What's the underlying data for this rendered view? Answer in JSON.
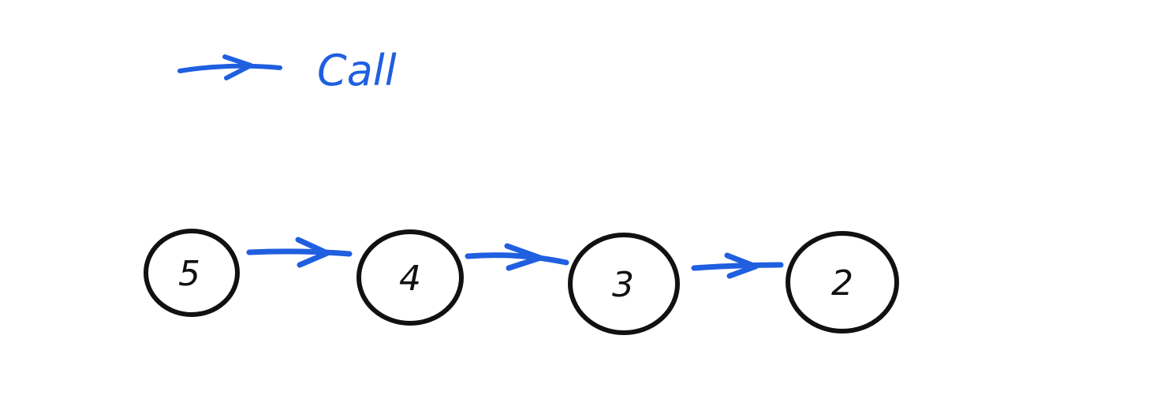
{
  "legend": {
    "label": "Call",
    "color": "#1f5fe0"
  },
  "nodes": [
    {
      "label": "5"
    },
    {
      "label": "4"
    },
    {
      "label": "3"
    },
    {
      "label": "2"
    }
  ],
  "edges": [
    {
      "from": "5",
      "to": "4"
    },
    {
      "from": "4",
      "to": "3"
    },
    {
      "from": "3",
      "to": "2"
    }
  ],
  "colors": {
    "node_stroke": "#111111",
    "arrow": "#1f5fe0"
  }
}
